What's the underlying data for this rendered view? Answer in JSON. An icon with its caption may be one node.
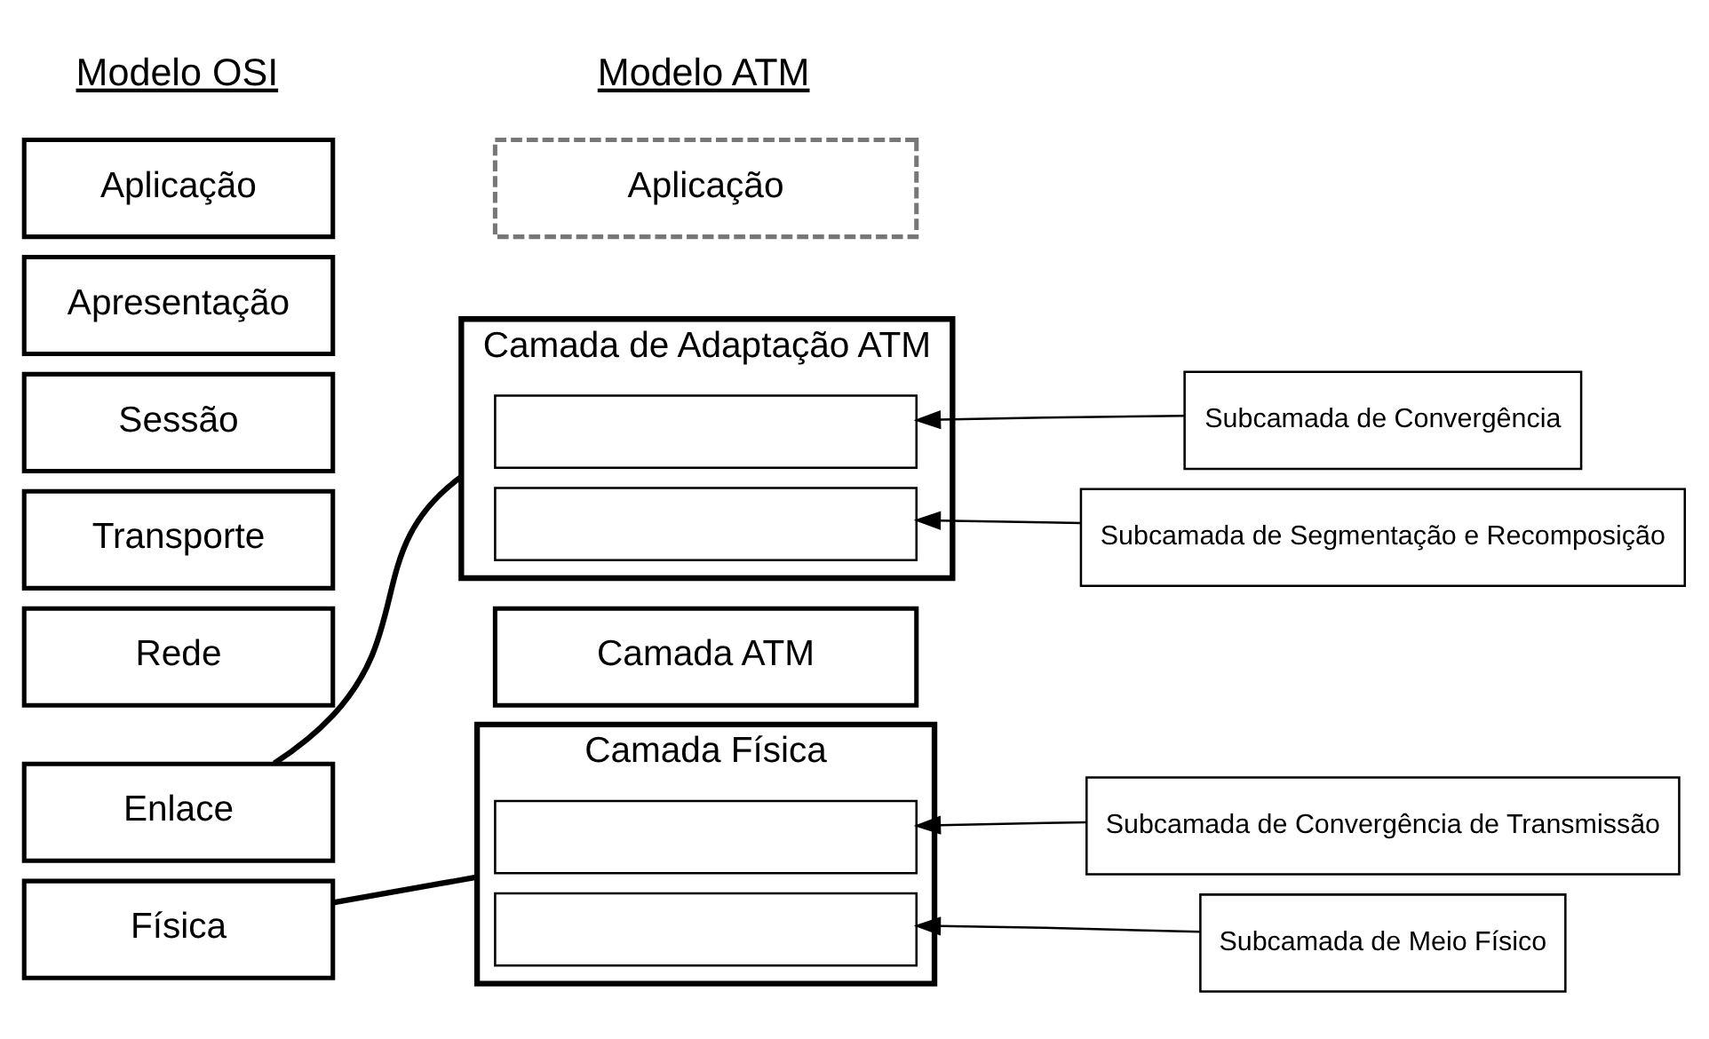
{
  "diagram": {
    "nodes": [
      {
        "text": [
          "Aplicação"
        ]
      },
      {
        "text": [
          "Apresentação"
        ]
      },
      {
        "text": [
          "Sessão"
        ]
      },
      {
        "text": [
          "Transporte"
        ]
      },
      {
        "text": [
          "Rede"
        ]
      },
      {
        "text": [
          "Enlace"
        ]
      },
      {
        "text": [
          "Física"
        ]
      },
      {
        "text": [
          "Aplicação"
        ]
      },
      {
        "text": [
          "Camada de Adaptação ATM"
        ]
      },
      {
        "text": [],
        "shape": "box",
        "in": 8
      },
      {
        "text": [],
        "shape": "box",
        "in": 8
      },
      {
        "text": [
          "Camada ATM"
        ]
      },
      {
        "text": [
          "Camada Física"
        ]
      },
      {
        "text": [],
        "shape": "box",
        "in": 12
      },
      {
        "text": [],
        "shape": "box",
        "in": 12
      },
      {
        "text": [
          "Subcamada de Convergência"
        ]
      },
      {
        "text": [
          "Subcamada de Segmentação e Recomposição"
        ]
      },
      {
        "text": [
          "Subcamada de Convergência de Transmissão"
        ]
      },
      {
        "text": [
          "Subcamada de Meio Físico"
        ]
      }
    ],
    "edges": [
      {
        "from": 5,
        "to": 8,
        "arrow": "none",
        "style": "thick"
      },
      {
        "from": 6,
        "to": 12,
        "arrow": "none",
        "style": "thick"
      },
      {
        "from": 15,
        "to": 9,
        "arrow": "to"
      },
      {
        "from": 16,
        "to": 10,
        "arrow": "to"
      },
      {
        "from": 17,
        "to": 13,
        "arrow": "to"
      },
      {
        "from": 18,
        "to": 14,
        "arrow": "to"
      }
    ],
    "labels": [
      "Modelo OSI",
      "Modelo ATM"
    ]
  }
}
